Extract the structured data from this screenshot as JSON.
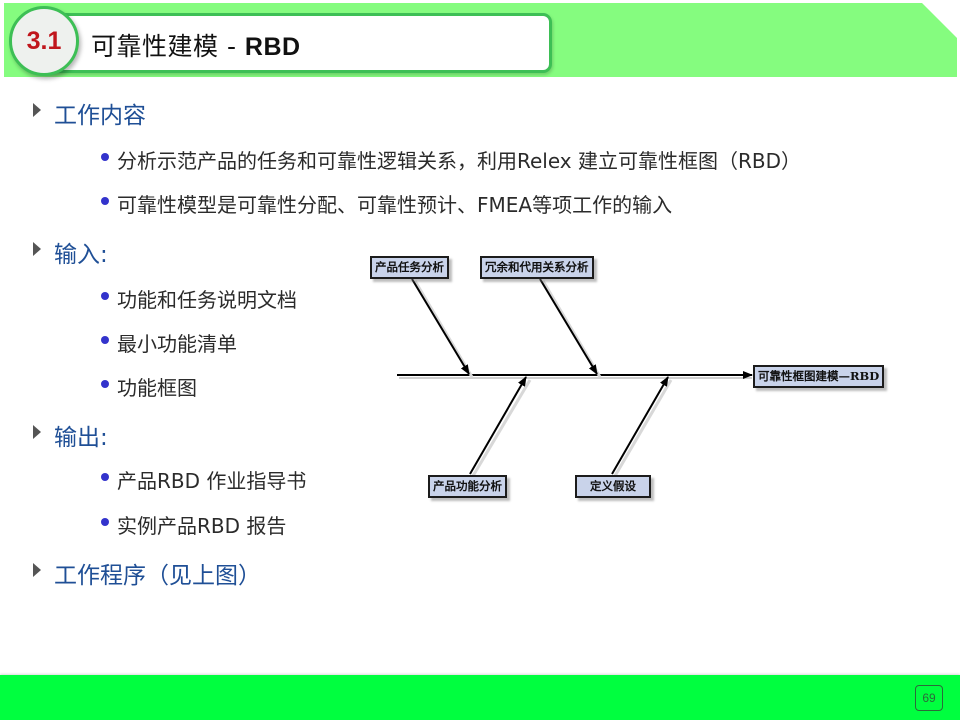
{
  "header": {
    "section_number": "3.1",
    "title_cn": "可靠性建模 - ",
    "title_en": "RBD"
  },
  "colors": {
    "header_band": "#85fc7f",
    "title_border": "#3dbf55",
    "section_number": "#c0161c",
    "heading_text": "#1f4f96",
    "bullet_dot": "#3333cc",
    "footer_band": "#00ff3f",
    "diagram_box_fill": "#c9d3ea"
  },
  "content": {
    "sections": [
      {
        "heading": "工作内容",
        "items": [
          "分析示范产品的任务和可靠性逻辑关系，利用Relex 建立可靠性框图（RBD）",
          "可靠性模型是可靠性分配、可靠性预计、FMEA等项工作的输入"
        ]
      },
      {
        "heading": "输入:",
        "items": [
          "功能和任务说明文档",
          "最小功能清单",
          "功能框图"
        ]
      },
      {
        "heading": "输出:",
        "items": [
          "产品RBD 作业指导书",
          "实例产品RBD 报告"
        ]
      },
      {
        "heading": "工作程序（见上图）",
        "items": []
      }
    ]
  },
  "diagram": {
    "type": "fishbone",
    "head": "可靠性框图建模—RBD",
    "causes_top": [
      "产品任务分析",
      "冗余和代用关系分析"
    ],
    "causes_bottom": [
      "产品功能分析",
      "定义假设"
    ]
  },
  "footer": {
    "page_number": "69"
  }
}
